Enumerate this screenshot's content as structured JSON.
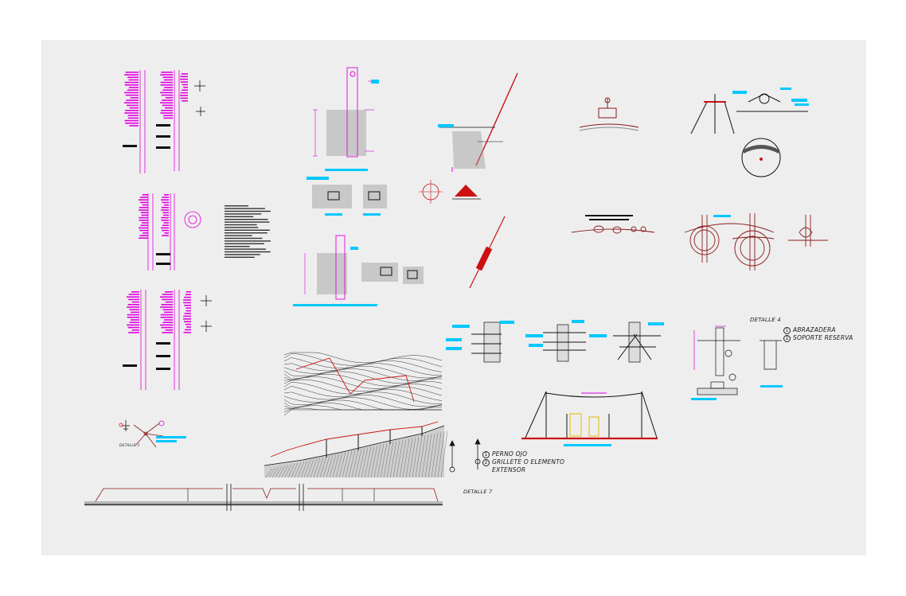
{
  "colors": {
    "sheet": "#eeeeee",
    "magenta": "#e000e0",
    "red": "#cc1111",
    "darkred": "#8b1a1a",
    "cyan": "#00c8ff",
    "black": "#1a1a1a"
  },
  "detail_4": {
    "title": "DETALLE 4",
    "legend": [
      {
        "num": "1",
        "text": "ABRAZADERA"
      },
      {
        "num": "2",
        "text": "SOPORTE RESERVA"
      }
    ]
  },
  "detail_7": {
    "title": "DETALLE 7",
    "legend": [
      {
        "num": "1",
        "text": "PERNO OJO"
      },
      {
        "num": "2",
        "text": "GRILLETE O ELEMENTO"
      },
      {
        "num": "",
        "text": "EXTENSOR"
      }
    ]
  },
  "detail_small": {
    "title": "DETALLE 1"
  }
}
